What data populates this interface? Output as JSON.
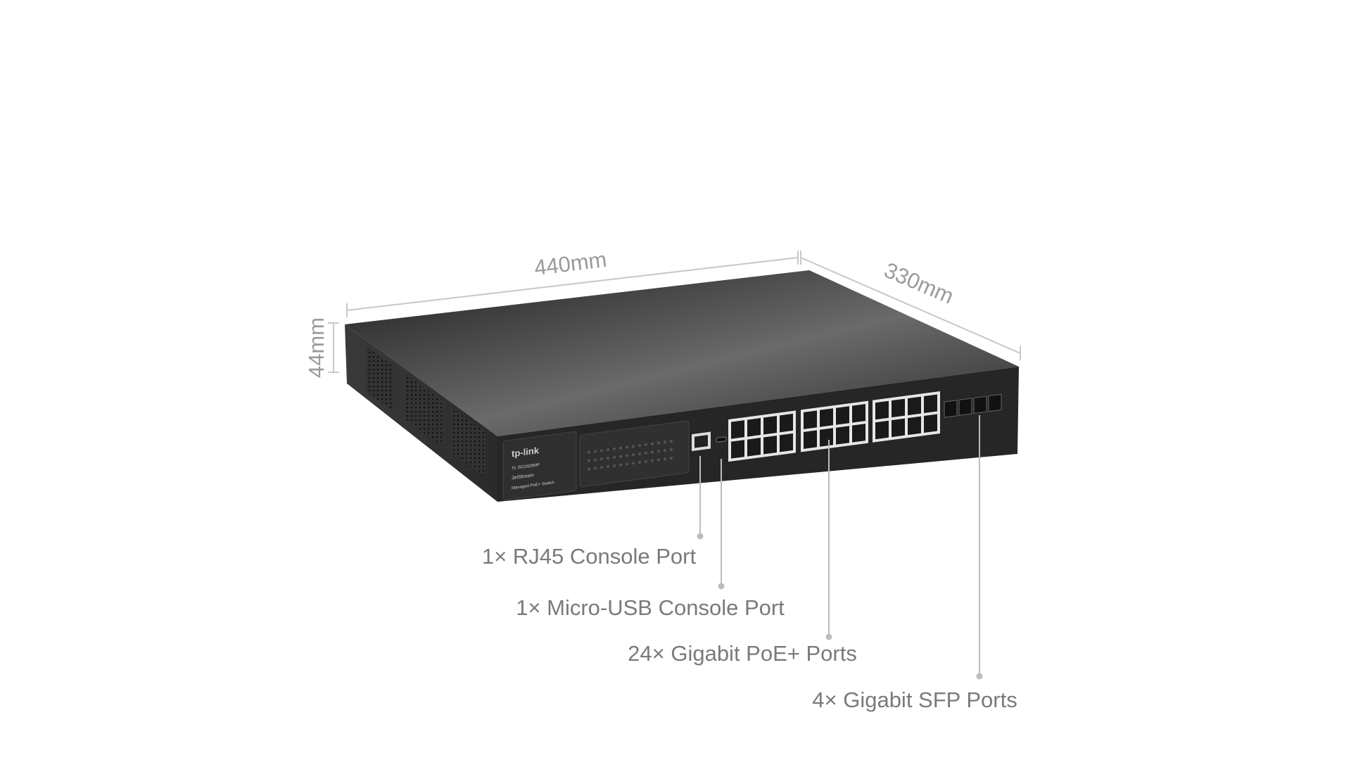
{
  "dimensions": {
    "width": "440mm",
    "depth": "330mm",
    "height": "44mm"
  },
  "device": {
    "brand": "tp-link",
    "model": "TL-SG3428MP",
    "series": "JetStream",
    "description": "Managed PoE+ Switch"
  },
  "callouts": [
    {
      "label": "1× RJ45 Console Port"
    },
    {
      "label": "1× Micro-USB Console Port"
    },
    {
      "label": "24× Gigabit PoE+ Ports"
    },
    {
      "label": "4× Gigabit SFP Ports"
    }
  ],
  "colors": {
    "label_text": "#7a7a7a",
    "dimension_text": "#9a9a9a",
    "chassis": "#2e2e2e",
    "guide_line": "#bdbdbd"
  }
}
